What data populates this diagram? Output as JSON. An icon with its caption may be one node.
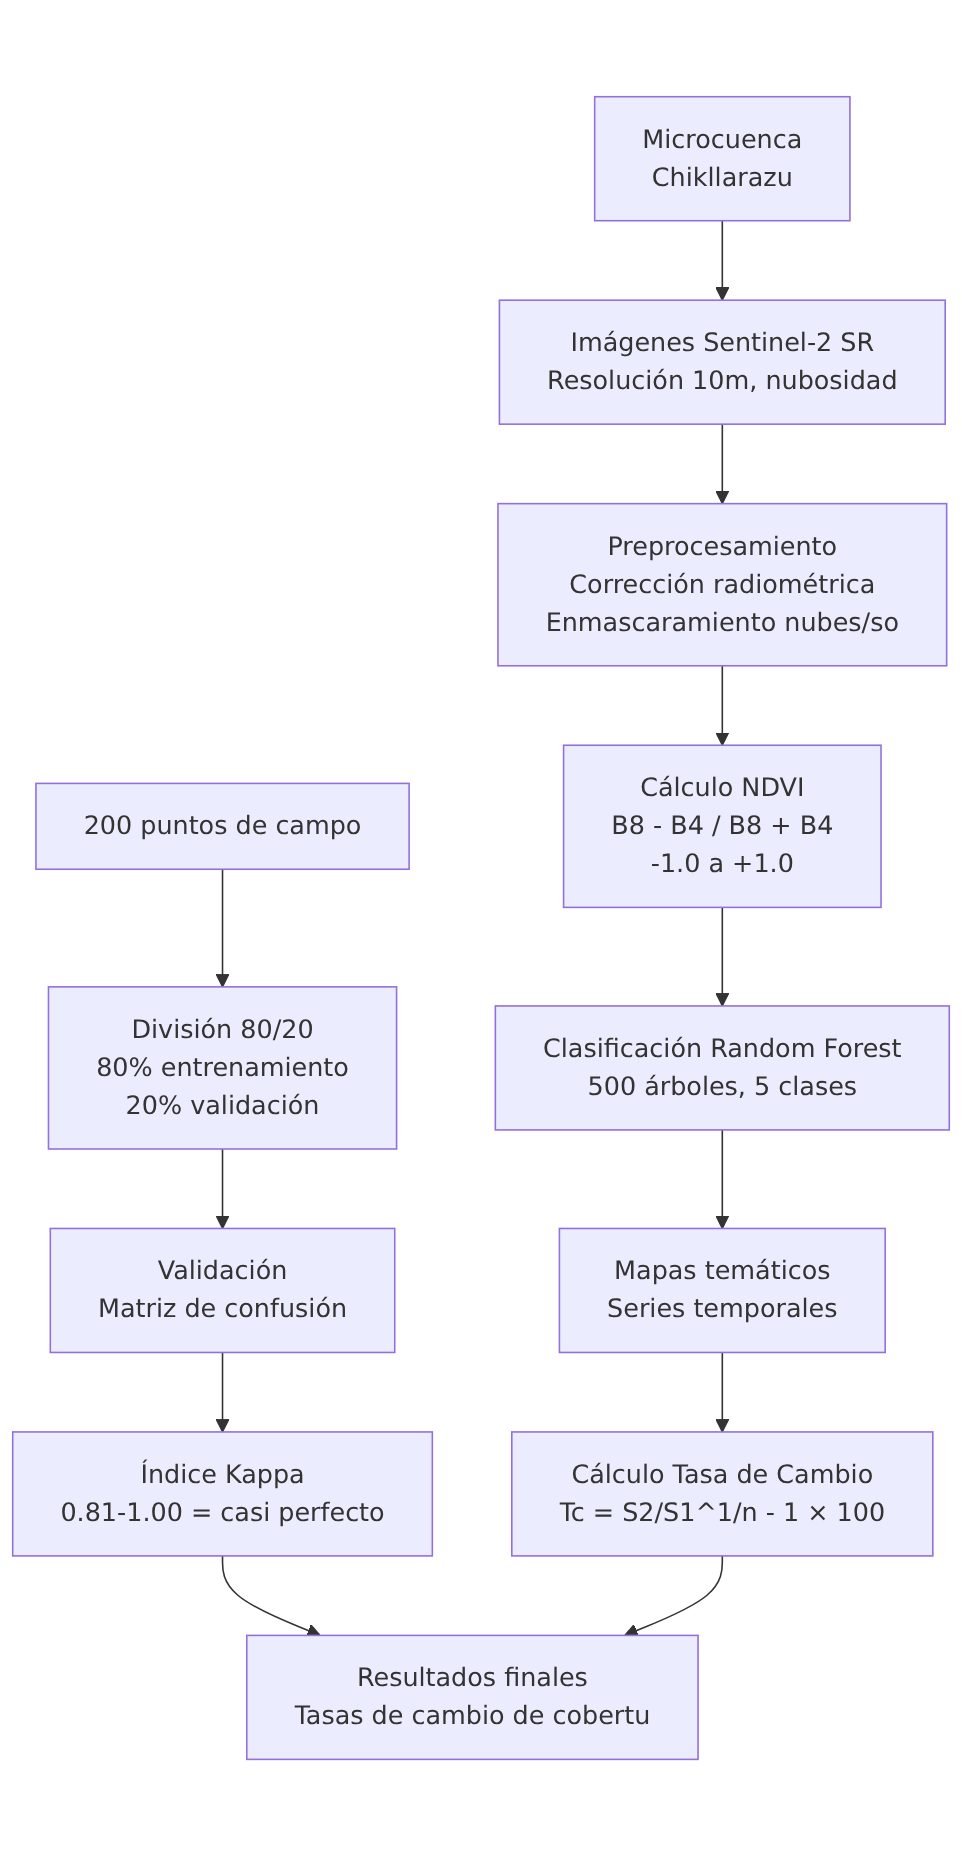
{
  "diagram": {
    "nodes": [
      {
        "text": [
          "Microcuenca",
          "Chikllarazu"
        ]
      },
      {
        "text": [
          "Imágenes Sentinel-2 SR",
          "Resolución 10m, nubosidad"
        ]
      },
      {
        "text": [
          "Preprocesamiento",
          "Corrección radiométrica",
          "Enmascaramiento nubes/so"
        ]
      },
      {
        "text": [
          "Cálculo NDVI",
          "B8 - B4 / B8 + B4",
          "-1.0 a +1.0"
        ]
      },
      {
        "text": [
          "200 puntos de campo"
        ]
      },
      {
        "text": [
          "División 80/20",
          "80% entrenamiento",
          "20% validación"
        ]
      },
      {
        "text": [
          "Clasificación Random Forest",
          "500 árboles, 5 clases"
        ]
      },
      {
        "text": [
          "Validación",
          "Matriz de confusión"
        ]
      },
      {
        "text": [
          "Mapas temáticos",
          "Series temporales"
        ]
      },
      {
        "text": [
          "Índice Kappa",
          "0.81-1.00 = casi perfecto"
        ]
      },
      {
        "text": [
          "Cálculo Tasa de Cambio",
          "Tc = S2/S1^1/n - 1 × 100"
        ]
      },
      {
        "text": [
          "Resultados finales",
          "Tasas de cambio de cobertu"
        ]
      }
    ],
    "edges": [
      {
        "from": 0,
        "to": 1,
        "arrow": "to"
      },
      {
        "from": 1,
        "to": 2,
        "arrow": "to"
      },
      {
        "from": 2,
        "to": 3,
        "arrow": "to"
      },
      {
        "from": 3,
        "to": 6,
        "arrow": "to"
      },
      {
        "from": 6,
        "to": 8,
        "arrow": "to"
      },
      {
        "from": 8,
        "to": 10,
        "arrow": "to"
      },
      {
        "from": 4,
        "to": 5,
        "arrow": "to"
      },
      {
        "from": 5,
        "to": 7,
        "arrow": "to"
      },
      {
        "from": 7,
        "to": 9,
        "arrow": "to"
      },
      {
        "from": 9,
        "to": 11,
        "arrow": "to"
      },
      {
        "from": 10,
        "to": 11,
        "arrow": "to"
      }
    ]
  }
}
